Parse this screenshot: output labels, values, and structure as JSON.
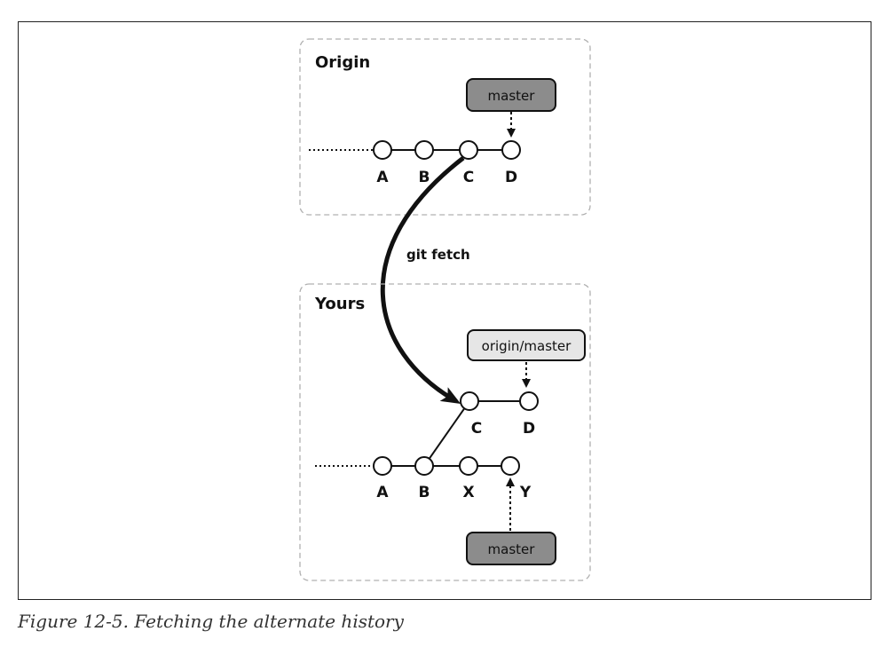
{
  "origin": {
    "title": "Origin",
    "branch_label": "master",
    "commits": [
      "A",
      "B",
      "C",
      "D"
    ]
  },
  "yours": {
    "title": "Yours",
    "remote_branch_label": "origin/master",
    "local_branch_label": "master",
    "fetched_commits": [
      "C",
      "D"
    ],
    "local_commits": [
      "A",
      "B",
      "X",
      "Y"
    ]
  },
  "operation": {
    "label": "git fetch"
  },
  "caption": "Figure 12-5. Fetching the alternate history",
  "colors": {
    "master_box_fill": "#8c8c8c",
    "origin_master_box_fill": "#e6e6e6",
    "panel_border": "#b0b0b0",
    "line": "#111111"
  }
}
